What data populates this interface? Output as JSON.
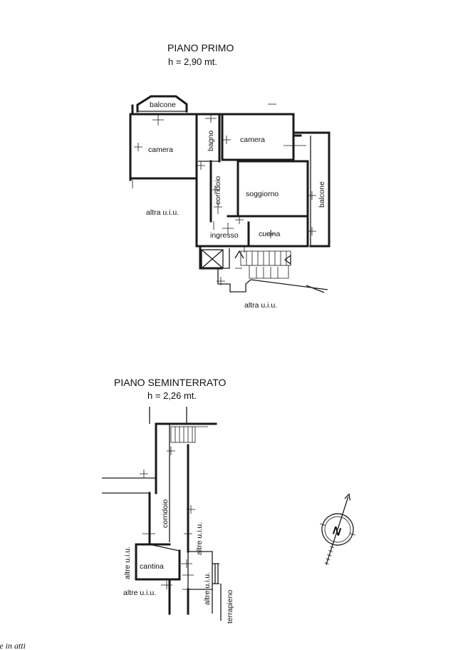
{
  "first_floor": {
    "title": "PIANO PRIMO",
    "height": "h = 2,90 mt.",
    "rooms": {
      "balcone_top": "balcone",
      "camera_left": "camera",
      "bagno": "bagno",
      "camera_right": "camera",
      "corridoio": "corridoio",
      "soggiorno": "soggiorno",
      "balcone_right": "balcone",
      "altra_uiu_left": "altra u.i.u.",
      "ingresso": "ingresso",
      "cucina": "cucina",
      "altra_uiu_bottom": "altra u.i.u."
    }
  },
  "basement": {
    "title": "PIANO SEMINTERRATO",
    "height": "h = 2,26 mt.",
    "rooms": {
      "corridoio": "corridoio",
      "altre_uiu_left": "altre u.i.u.",
      "altre_uiu_center": "altre u.i.u.",
      "cantina": "cantina",
      "altre_uiu_bottom": "altre u.i.u.",
      "altre_uiu_right": "altre u.i.u.",
      "terrapieno": "terrapieno"
    }
  },
  "compass": {
    "letter": "N",
    "icon": "north-arrow-icon"
  },
  "footnote": "ie in atti"
}
